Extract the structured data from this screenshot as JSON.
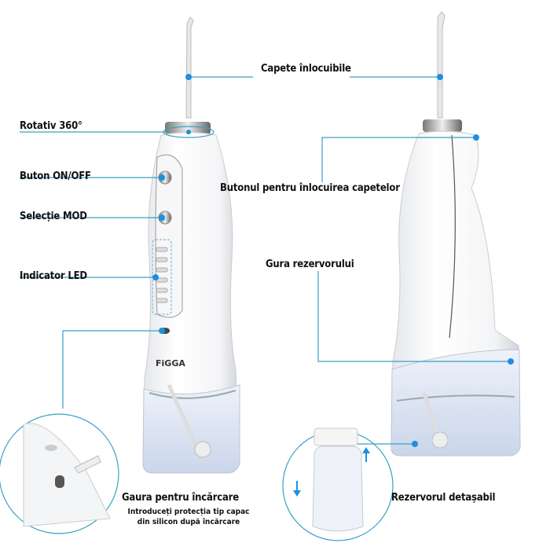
{
  "brand": "FiGGA",
  "colors": {
    "line": "#3a9fc8",
    "dot": "#1e8fe0",
    "water": "#dfe8f5"
  },
  "labels": {
    "replaceable_heads": "Capete înlocuibile",
    "rotation": "Rotativ 360°",
    "power_button": "Buton ON/OFF",
    "mode_select": "Selecție MOD",
    "led_indicator": "Indicator LED",
    "head_release_button": "Butonul pentru înlocuirea capetelor",
    "tank_opening": "Gura rezervorului",
    "charging_port": "Gaura pentru încărcare",
    "charging_note_line1": "Introduceți protecția tip capac",
    "charging_note_line2": "din silicon după încărcare",
    "detachable_tank": "Rezervorul detașabil"
  }
}
